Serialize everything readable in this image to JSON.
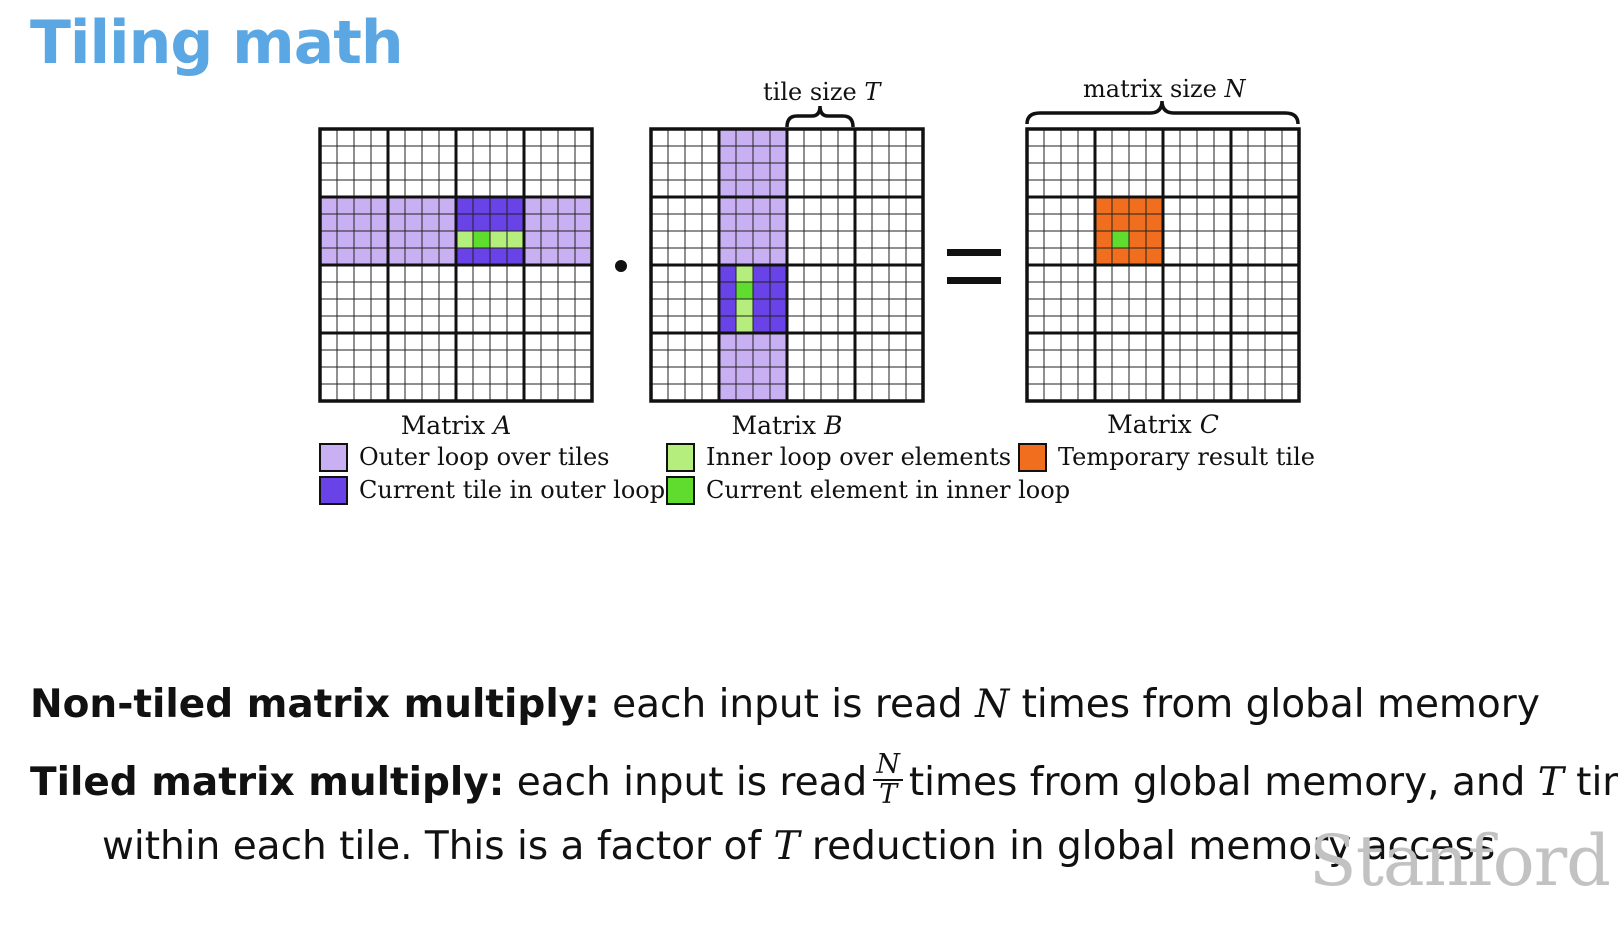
{
  "title": "Tiling math",
  "diagram": {
    "top_labels": {
      "tile_size": "tile size",
      "tile_size_var": "T",
      "matrix_size": "matrix size",
      "matrix_size_var": "N"
    },
    "matrices": [
      {
        "label": "Matrix",
        "var": "A"
      },
      {
        "label": "Matrix",
        "var": "B"
      },
      {
        "label": "Matrix",
        "var": "C"
      }
    ],
    "operators": {
      "dot": "·",
      "equals": "="
    },
    "legend": [
      {
        "label": "Outer loop over tiles",
        "color": "#c9b0f2"
      },
      {
        "label": "Current tile in outer loop",
        "color": "#6a43e8"
      },
      {
        "label": "Inner loop over elements",
        "color": "#b5ee7d"
      },
      {
        "label": "Current element in inner loop",
        "color": "#5fdc2d"
      },
      {
        "label": "Temporary result tile",
        "color": "#f26e1f"
      }
    ]
  },
  "text": {
    "line1_bold": "Non-tiled matrix multiply:",
    "line1_a": "each input is read",
    "line1_var": "N",
    "line1_b": "times from global memory",
    "line2_bold": "Tiled matrix multiply:",
    "line2_a": "each input is read",
    "line2_frac_num": "N",
    "line2_frac_den": "T",
    "line2_b": "times from global memory, and",
    "line2_var": "T",
    "line2_c": "times",
    "line3_a": "within each tile. This is a factor of",
    "line3_var": "T",
    "line3_b": "reduction in global memory access"
  },
  "watermark": "Stanford",
  "colors": {
    "title": "#5aa7e3",
    "outer_loop": "#c9b0f2",
    "current_tile": "#6a43e8",
    "inner_loop": "#b5ee7d",
    "current_element": "#5fdc2d",
    "result_tile": "#f26e1f"
  }
}
